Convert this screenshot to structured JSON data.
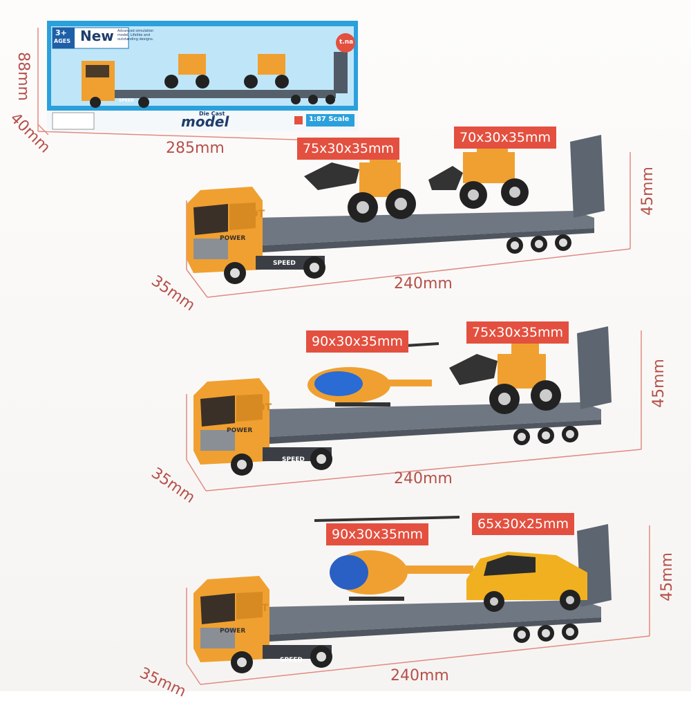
{
  "box": {
    "age_badge": "3+",
    "age_sub": "AGES",
    "new_label": "New",
    "tagline": "Advanced simulation model. Lifelike and outstanding designs.",
    "brand_small": "Die Cast",
    "brand": "model",
    "scale": "1:87 Scale",
    "logo": "t.na",
    "truck_text": "SPEED",
    "dims": {
      "height": "88mm",
      "depth": "40mm",
      "width": "285mm"
    }
  },
  "sets": [
    {
      "labels": [
        "75x30x35mm",
        "70x30x35mm"
      ],
      "length": "240mm",
      "depth": "35mm",
      "height": "45mm"
    },
    {
      "labels": [
        "90x30x35mm",
        "75x30x35mm"
      ],
      "length": "240mm",
      "depth": "35mm",
      "height": "45mm"
    },
    {
      "labels": [
        "90x30x35mm",
        "65x30x25mm"
      ],
      "length": "240mm",
      "depth": "35mm",
      "height": "45mm"
    }
  ],
  "truck_text": {
    "power": "POWER",
    "speed": "SPEED",
    "hot": "HOT"
  },
  "colors": {
    "accent": "#e3503f",
    "dimension_line": "#e08a80",
    "truck_orange": "#f0a030",
    "trailer_gray": "#6f7782",
    "box_blue": "#2aa0dc"
  }
}
